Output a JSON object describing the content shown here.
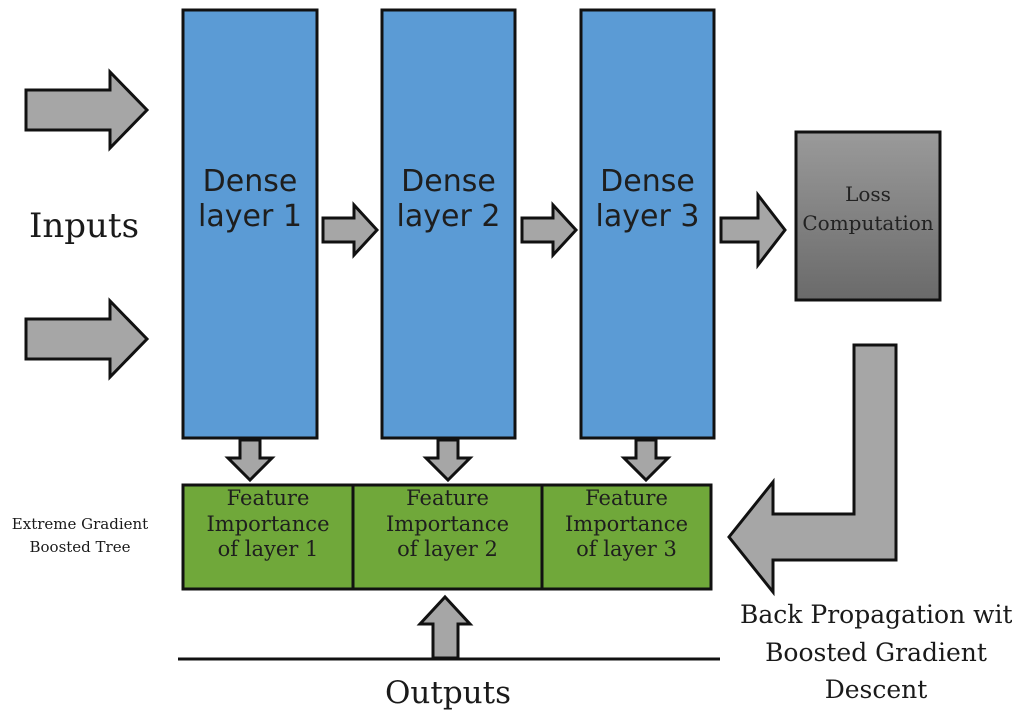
{
  "inputs_label": "Inputs",
  "outputs_label": "Outputs",
  "dense_layers": [
    {
      "line1": "Dense",
      "line2": "layer 1"
    },
    {
      "line1": "Dense",
      "line2": "layer 2"
    },
    {
      "line1": "Dense",
      "line2": "layer 3"
    }
  ],
  "loss_box": {
    "line1": "Loss",
    "line2": "Computation"
  },
  "xgb_label": {
    "line1": "Extreme Gradient",
    "line2": "Boosted Tree"
  },
  "feature_cells": [
    {
      "line1": "Feature",
      "line2": "Importance",
      "line3": "of layer 1"
    },
    {
      "line1": "Feature",
      "line2": "Importance",
      "line3": "of layer 2"
    },
    {
      "line1": "Feature",
      "line2": "Importance",
      "line3": "of layer 3"
    }
  ],
  "backprop_label": {
    "line1": "Back Propagation with",
    "line2": "Boosted Gradient",
    "line3": "Descent"
  },
  "colors": {
    "dense_fill": "#5b9bd5",
    "feature_fill": "#70a83a",
    "arrow_fill": "#a6a6a6",
    "stroke": "#111111",
    "loss_top": "#9a9a9a",
    "loss_bottom": "#6e6e6e"
  }
}
